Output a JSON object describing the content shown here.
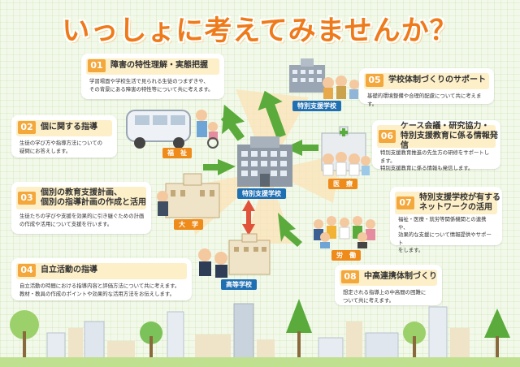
{
  "title": "いっしょに考えてみませんか？",
  "cards": [
    {
      "num": "01",
      "title": "障害の特性理解・実態把握",
      "body": [
        "学習場面や学校生活で見られる生徒のつまずきや、",
        "その背景にある障害の特性等について共に考えます。"
      ]
    },
    {
      "num": "02",
      "title": "個に関する指導",
      "body": [
        "生徒の学び方や指導方法についての",
        "疑問にお答えします。"
      ]
    },
    {
      "num": "03",
      "title": "個別の教育支援計画、",
      "title2": "個別の指導計画の作成と活用",
      "body": [
        "生徒たちの学びや支援を効果的に引き継ぐための計画",
        "の作成や活用について支援を行います。"
      ]
    },
    {
      "num": "04",
      "title": "自立活動の指導",
      "body": [
        "自立活動の時間における指導内容と評価方法について共に考えます。",
        "教材・教具の作成のポイントや効果的な活用方法をお伝えします。"
      ]
    },
    {
      "num": "05",
      "title": "学校体制づくりのサポート",
      "body": [
        "基礎的環境整備や合理的配慮について共に考えます。"
      ]
    },
    {
      "num": "06",
      "title": "ケース会議・研究協力・",
      "title2": "特別支援教育に係る情報発信",
      "body": [
        "特別支援教育推進の先生方の研修をサポートします。",
        "特別支援教育に係る情報も発信します。"
      ]
    },
    {
      "num": "07",
      "title": "特別支援学校が有する",
      "title2": "ネットワークの活用",
      "body": [
        "福祉・医療・就労等関係機関との連携や、",
        "効果的な支援について情報提供やサポート",
        "をします。"
      ]
    },
    {
      "num": "08",
      "title": "中高連携体制づくり",
      "body": [
        "想定される指導上の中高間の困難に",
        "ついて共に考えます。"
      ]
    }
  ],
  "labels": {
    "special_school_top": "特別支援学校",
    "welfare": "福　祉",
    "center": "特別支援学校",
    "medical": "医　療",
    "university": "大　学",
    "labor": "労　働",
    "high_school": "高等学校"
  },
  "colors": {
    "accent": "#ee7a1a",
    "num_bg": "#f4a73b",
    "green": "#5aab3c",
    "tag_blue": "#1f6fb3",
    "tag_orange": "#ee8b1a",
    "arrow_red": "#e0523a"
  }
}
